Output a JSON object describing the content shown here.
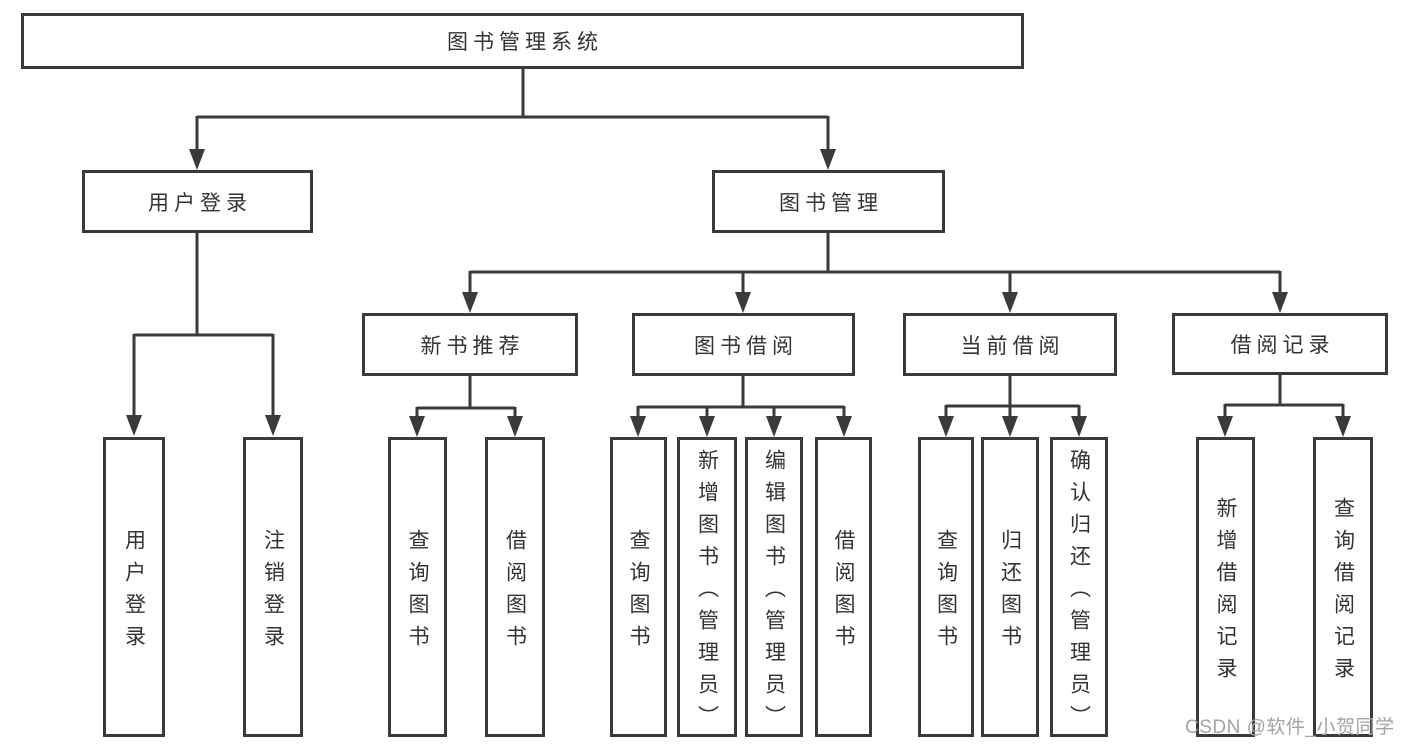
{
  "root": {
    "label": "图书管理系统"
  },
  "level2": [
    {
      "label": "用户登录",
      "parent": "图书管理系统"
    },
    {
      "label": "图书管理",
      "parent": "图书管理系统"
    }
  ],
  "level3": [
    {
      "label": "新书推荐",
      "parent": "图书管理"
    },
    {
      "label": "图书借阅",
      "parent": "图书管理"
    },
    {
      "label": "当前借阅",
      "parent": "图书管理"
    },
    {
      "label": "借阅记录",
      "parent": "图书管理"
    }
  ],
  "leaves": [
    {
      "label": "用户登录",
      "parent": "用户登录"
    },
    {
      "label": "注销登录",
      "parent": "用户登录"
    },
    {
      "label": "查询图书",
      "parent": "新书推荐"
    },
    {
      "label": "借阅图书",
      "parent": "新书推荐"
    },
    {
      "label": "查询图书",
      "parent": "图书借阅"
    },
    {
      "label": "新增图书（管理员）",
      "parent": "图书借阅"
    },
    {
      "label": "编辑图书（管理员）",
      "parent": "图书借阅"
    },
    {
      "label": "借阅图书",
      "parent": "图书借阅"
    },
    {
      "label": "查询图书",
      "parent": "当前借阅"
    },
    {
      "label": "归还图书",
      "parent": "当前借阅"
    },
    {
      "label": "确认归还（管理员）",
      "parent": "当前借阅"
    },
    {
      "label": "新增借阅记录",
      "parent": "借阅记录"
    },
    {
      "label": "查询借阅记录",
      "parent": "借阅记录"
    }
  ],
  "watermark": {
    "text": "CSDN @软件_小贺同学"
  },
  "colors": {
    "line": "#3a3a3a",
    "box_border": "#3a3a3a",
    "text": "#333333",
    "watermark": "#a3a3a8",
    "background": "#ffffff"
  }
}
